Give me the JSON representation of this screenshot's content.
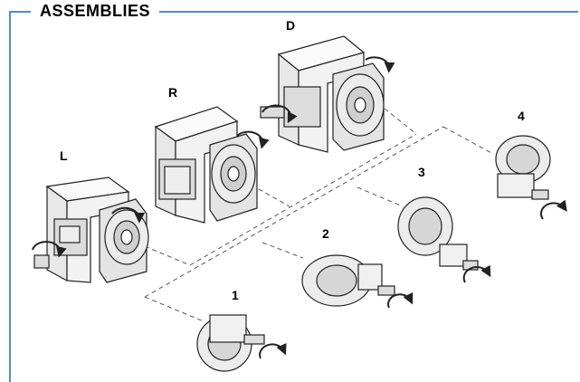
{
  "title": "ASSEMBLIES",
  "colors": {
    "frame": "#4a8fd0",
    "line": "#222222",
    "body": "#f2f2f2",
    "shade": "#d6d6d6"
  },
  "gearboxes": [
    {
      "label": "L",
      "type": "gear-reducer"
    },
    {
      "label": "R",
      "type": "gear-reducer"
    },
    {
      "label": "D",
      "type": "gear-reducer"
    }
  ],
  "adapters": [
    {
      "label": "1",
      "type": "motor-adapter"
    },
    {
      "label": "2",
      "type": "motor-adapter"
    },
    {
      "label": "3",
      "type": "motor-adapter"
    },
    {
      "label": "4",
      "type": "motor-adapter"
    }
  ]
}
